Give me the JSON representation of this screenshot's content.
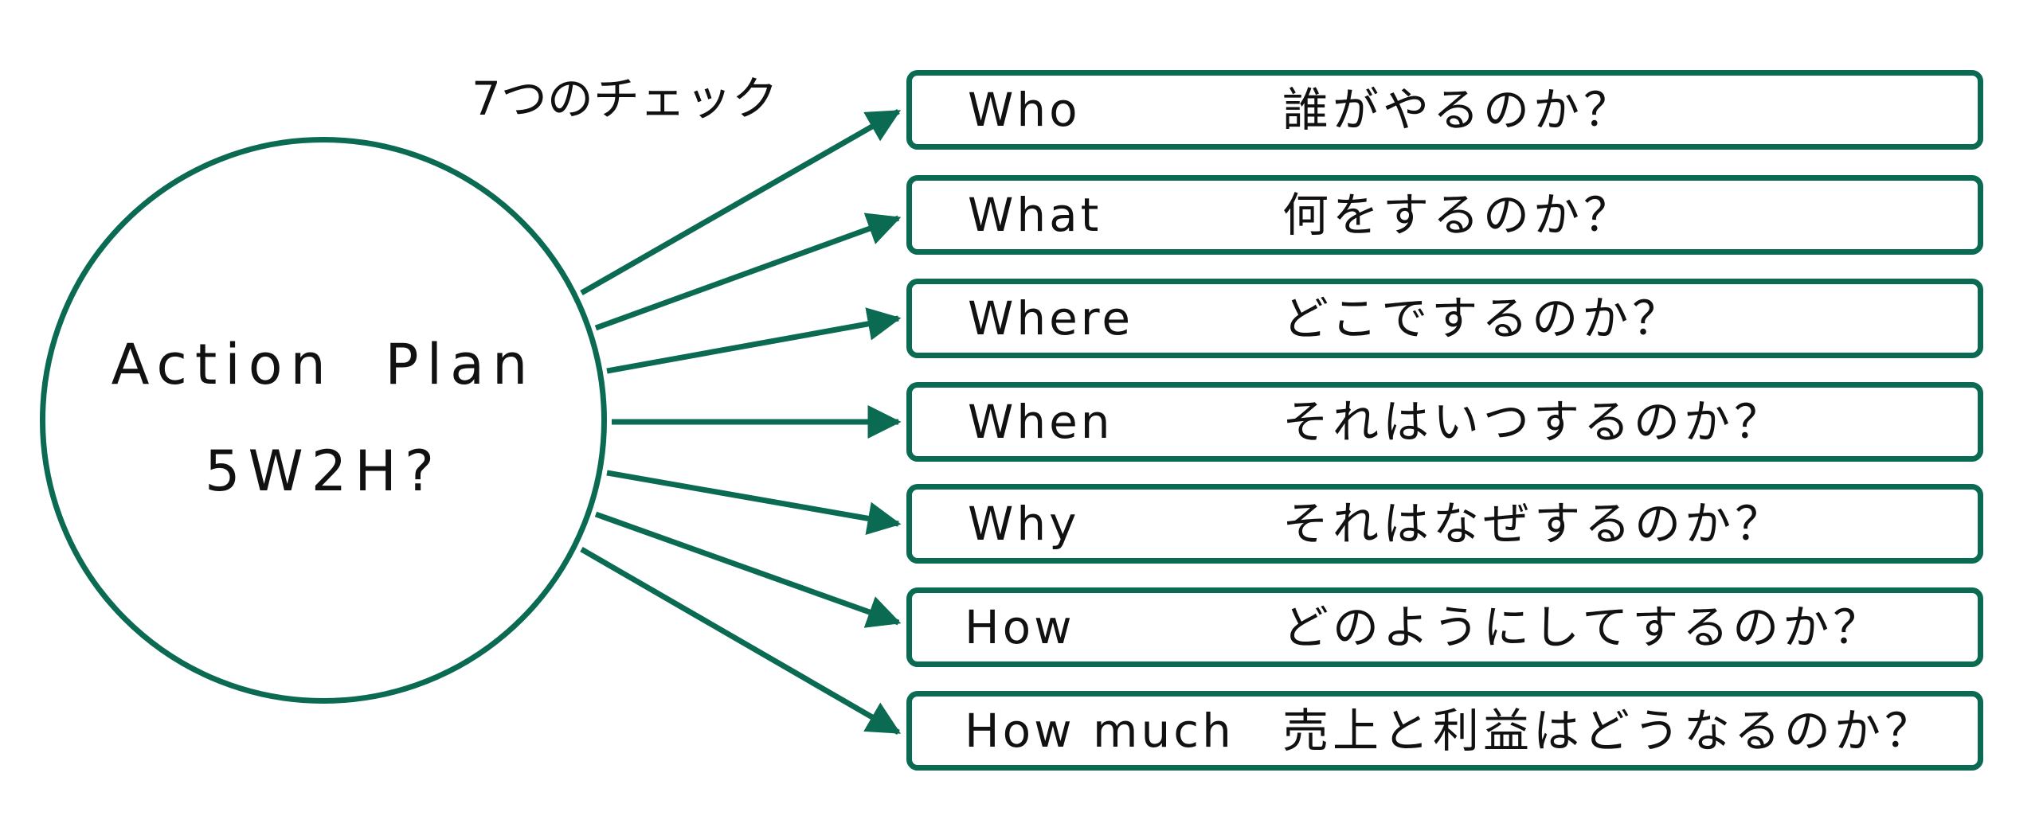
{
  "diagram": {
    "caption": "7つのチェック",
    "center": {
      "title": "Action  Plan",
      "subtitle": "5W2H?"
    },
    "items": [
      {
        "term": "Who",
        "description": "誰がやるのか？"
      },
      {
        "term": "What",
        "description": "何をするのか？"
      },
      {
        "term": "Where",
        "description": "どこでするのか？"
      },
      {
        "term": "When",
        "description": "それはいつするのか？"
      },
      {
        "term": "Why",
        "description": "それはなぜするのか？"
      },
      {
        "term": "How",
        "description": "どのようにしてするのか？"
      },
      {
        "term": "How much",
        "description": "売上と利益はどうなるのか？"
      }
    ]
  },
  "colors": {
    "accent": "#0b6b52",
    "text": "#111111",
    "background": "#ffffff"
  }
}
